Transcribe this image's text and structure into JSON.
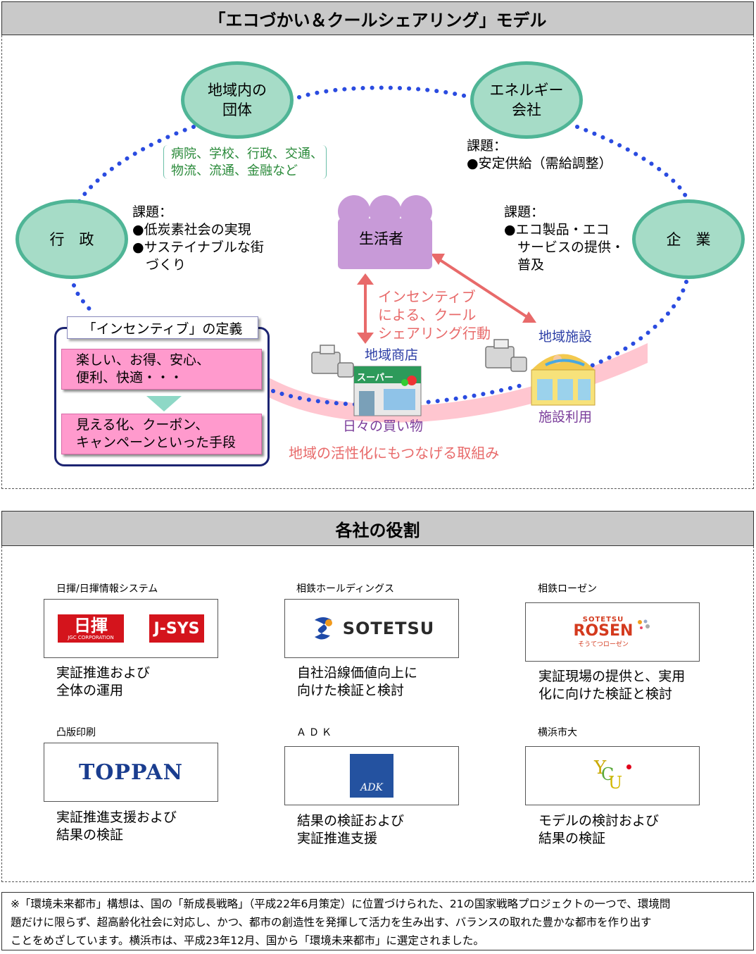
{
  "model": {
    "title": "「エコづかい＆クールシェアリング」モデル",
    "nodes": {
      "group": [
        "地域内の",
        "団体"
      ],
      "energy": [
        "エネルギー",
        "会社"
      ],
      "gov": "行　政",
      "company": "企　業",
      "consumer": "生活者"
    },
    "group_examples": [
      "病院、学校、行政、交通、",
      "物流、流通、金融など"
    ],
    "energy_issue": [
      "課題：",
      "●安定供給（需給調整）"
    ],
    "gov_issue": [
      "課題：",
      "●低炭素社会の実現",
      "●サステイナブルな街",
      "　づくり"
    ],
    "company_issue": [
      "課題：",
      "●エコ製品・エコ",
      "　サービスの提供・",
      "　普及"
    ],
    "incentive_action": [
      "インセンティブ",
      "による、クール",
      "シェアリング行動"
    ],
    "shop_label": "地域商店",
    "shop_sign": "スーパー",
    "facility_label": "地域施設",
    "daily_shopping": "日々の買い物",
    "facility_use": "施設利用",
    "revitalization": "地域の活性化にもつなげる取組み",
    "incentive_def": {
      "title": "「インセンティブ」の定義",
      "box1": [
        "楽しい、お得、安心、",
        "便利、快適・・・"
      ],
      "box2": [
        "見える化、クーポン、",
        "キャンペーンといった手段"
      ]
    }
  },
  "roles": {
    "title": "各社の役割",
    "companies": [
      {
        "name": "日揮/日揮情報システム",
        "logo": [
          "日揮",
          "JGC CORPORATION",
          "J-SYS"
        ],
        "role": [
          "実証推進および",
          "全体の運用"
        ]
      },
      {
        "name": "相鉄ホールディングス",
        "logo": [
          "SOTETSU"
        ],
        "role": [
          "自社沿線価値向上に",
          "向けた検証と検討"
        ]
      },
      {
        "name": "相鉄ローゼン",
        "logo": [
          "SOTETSU",
          "ROSEN",
          "そうてつローゼン"
        ],
        "role": [
          "実証現場の提供と、実用",
          "化に向けた検証と検討"
        ]
      },
      {
        "name": "凸版印刷",
        "logo": [
          "TOPPAN"
        ],
        "role": [
          "実証推進支援および",
          "結果の検証"
        ]
      },
      {
        "name": "ＡＤＫ",
        "logo": [
          "ADK"
        ],
        "role": [
          "結果の検証および",
          "実証推進支援"
        ]
      },
      {
        "name": "横浜市大",
        "logo": [
          "Y",
          "C",
          "U"
        ],
        "role": [
          "モデルの検討および",
          "結果の検証"
        ]
      }
    ]
  },
  "footnote": [
    "※「環境未来都市」構想は、国の「新成長戦略」（平成22年6月策定）に位置づけられた、21の国家戦略プロジェクトの一つで、環境問",
    "題だけに限らず、超高齢化社会に対応し、かつ、都市の創造性を発揮して活力を生み出す、バランスの取れた豊かな都市を作り出す",
    "ことをめざしています。横浜市は、平成23年12月、国から「環境未来都市」に選定されました。"
  ],
  "colors": {
    "node_fill": "#a6dcc7",
    "node_border": "#4fb596",
    "dots": "#2a4be0",
    "consumer": "#c89ad8",
    "pink_band": "#ffc0cb",
    "arrow": "#e86a6a",
    "green_text": "#2a8a3a",
    "blue_text": "#2c3ea6",
    "purple_text": "#7a3c9a",
    "incentive_pink": "#ff9acd",
    "header_gray": "#c9c9c9"
  }
}
